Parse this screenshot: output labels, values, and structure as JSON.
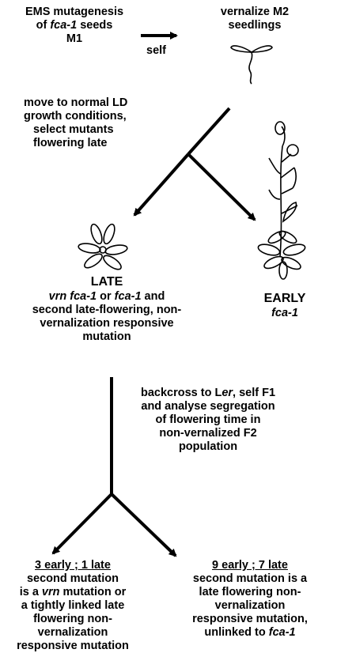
{
  "step1": {
    "line1": "EMS mutagenesis",
    "line2_prefix": "of ",
    "line2_italic": "fca-1",
    "line2_suffix": " seeds",
    "line3": "M1"
  },
  "arrow_label": "self",
  "step2": {
    "line1": "vernalize M2",
    "line2": "seedlings"
  },
  "select_note": {
    "line1": "move to normal LD",
    "line2": "growth conditions,",
    "line3": "select mutants",
    "line4": "flowering late"
  },
  "late": {
    "title": "LATE",
    "line2_italic": "vrn fca-1",
    "line2_mid": " or ",
    "line2_italic2": "fca-1",
    "line2_suffix": " and",
    "line3": "second late-flowering, non-",
    "line4": "vernalization responsive",
    "line5": "mutation"
  },
  "early": {
    "title": "EARLY",
    "genotype": "fca-1"
  },
  "backcross": {
    "line1_prefix": "backcross to L",
    "line1_italic": "er",
    "line1_suffix": ", self F1",
    "line2": "and analyse segregation",
    "line3": "of flowering time in",
    "line4": "non-vernalized F2",
    "line5": "population"
  },
  "result_left": {
    "ratio": "3 early ; 1 late",
    "line1": "second mutation",
    "line2_prefix": "is a ",
    "line2_italic": "vrn",
    "line2_suffix": " mutation or",
    "line3": "a tightly linked late",
    "line4": "flowering non-",
    "line5": "vernalization",
    "line6": "responsive mutation"
  },
  "result_right": {
    "ratio": "9 early ; 7 late",
    "line1": "second mutation is a",
    "line2": "late flowering non-",
    "line3": "vernalization",
    "line4": "responsive mutation,",
    "line5_prefix": "unlinked to ",
    "line5_italic": "fca-1"
  }
}
